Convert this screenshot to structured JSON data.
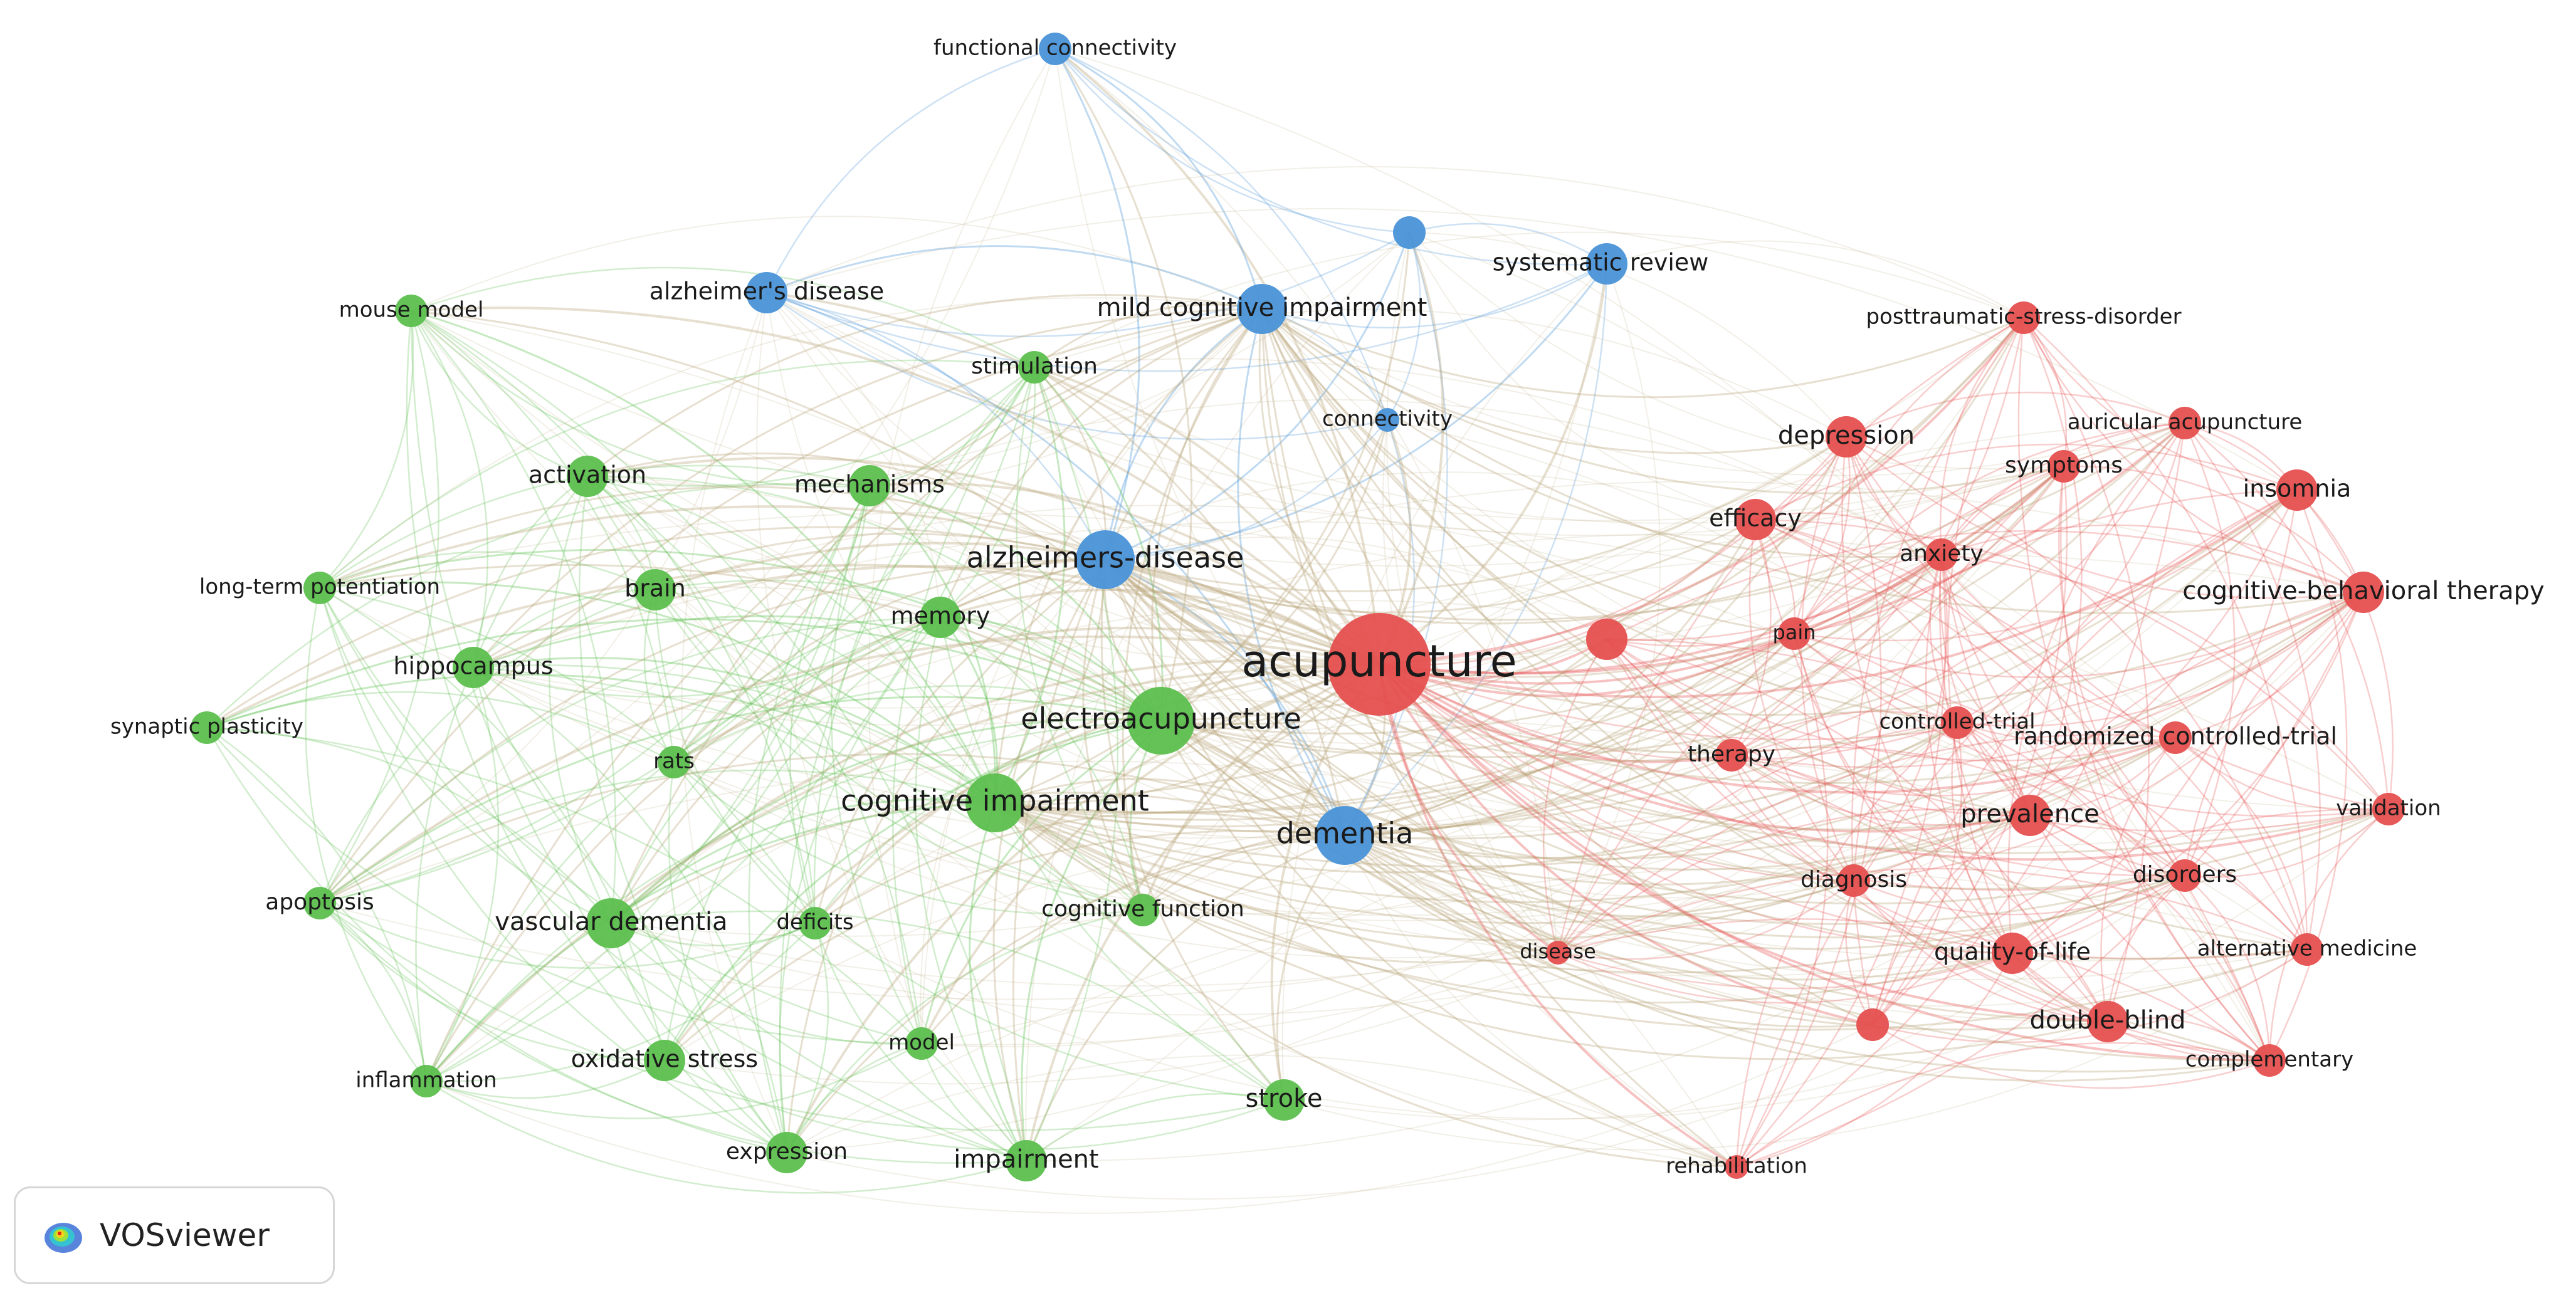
{
  "software": "VOSviewer",
  "clusters": {
    "green": "#5cbf4e",
    "blue": "#4a94d8",
    "red": "#e5504f"
  },
  "nodes": [
    {
      "id": "acupuncture",
      "label": "acupuncture",
      "cluster": "red",
      "weight": 10
    },
    {
      "id": "electroacupuncture",
      "label": "electroacupuncture",
      "cluster": "green",
      "weight": 6
    },
    {
      "id": "alzheimers-disease",
      "label": "alzheimers-disease",
      "cluster": "blue",
      "weight": 5
    },
    {
      "id": "dementia",
      "label": "dementia",
      "cluster": "blue",
      "weight": 5
    },
    {
      "id": "cognitive-impairment",
      "label": "cognitive impairment",
      "cluster": "green",
      "weight": 5
    },
    {
      "id": "mild-cognitive-impairment",
      "label": "mild cognitive impairment",
      "cluster": "blue",
      "weight": 4
    },
    {
      "id": "vascular-dementia",
      "label": "vascular dementia",
      "cluster": "green",
      "weight": 4
    },
    {
      "id": "alzheimer-s-disease",
      "label": "alzheimer's disease",
      "cluster": "blue",
      "weight": 3
    },
    {
      "id": "systematic-review",
      "label": "systematic review",
      "cluster": "blue",
      "weight": 3
    },
    {
      "id": "functional-connectivity",
      "label": "functional connectivity",
      "cluster": "blue",
      "weight": 2
    },
    {
      "id": "connectivity",
      "label": "connectivity",
      "cluster": "blue",
      "weight": 1
    },
    {
      "id": "unlabeled-blue",
      "label": "",
      "cluster": "blue",
      "weight": 2
    },
    {
      "id": "stimulation",
      "label": "stimulation",
      "cluster": "green",
      "weight": 2
    },
    {
      "id": "mouse-model",
      "label": "mouse model",
      "cluster": "green",
      "weight": 2
    },
    {
      "id": "activation",
      "label": "activation",
      "cluster": "green",
      "weight": 3
    },
    {
      "id": "mechanisms",
      "label": "mechanisms",
      "cluster": "green",
      "weight": 3
    },
    {
      "id": "long-term-potentiation",
      "label": "long-term potentiation",
      "cluster": "green",
      "weight": 2
    },
    {
      "id": "brain",
      "label": "brain",
      "cluster": "green",
      "weight": 3
    },
    {
      "id": "memory",
      "label": "memory",
      "cluster": "green",
      "weight": 3
    },
    {
      "id": "hippocampus",
      "label": "hippocampus",
      "cluster": "green",
      "weight": 3
    },
    {
      "id": "synaptic-plasticity",
      "label": "synaptic plasticity",
      "cluster": "green",
      "weight": 2
    },
    {
      "id": "rats",
      "label": "rats",
      "cluster": "green",
      "weight": 2
    },
    {
      "id": "apoptosis",
      "label": "apoptosis",
      "cluster": "green",
      "weight": 2
    },
    {
      "id": "deficits",
      "label": "deficits",
      "cluster": "green",
      "weight": 2
    },
    {
      "id": "cognitive-function",
      "label": "cognitive function",
      "cluster": "green",
      "weight": 2
    },
    {
      "id": "oxidative-stress",
      "label": "oxidative stress",
      "cluster": "green",
      "weight": 3
    },
    {
      "id": "model",
      "label": "model",
      "cluster": "green",
      "weight": 2
    },
    {
      "id": "inflammation",
      "label": "inflammation",
      "cluster": "green",
      "weight": 2
    },
    {
      "id": "expression",
      "label": "expression",
      "cluster": "green",
      "weight": 3
    },
    {
      "id": "impairment",
      "label": "impairment",
      "cluster": "green",
      "weight": 3
    },
    {
      "id": "stroke",
      "label": "stroke",
      "cluster": "green",
      "weight": 3
    },
    {
      "id": "posttraumatic-stress-disorder",
      "label": "posttraumatic-stress-disorder",
      "cluster": "red",
      "weight": 2
    },
    {
      "id": "depression",
      "label": "depression",
      "cluster": "red",
      "weight": 3
    },
    {
      "id": "auricular-acupuncture",
      "label": "auricular acupuncture",
      "cluster": "red",
      "weight": 2
    },
    {
      "id": "symptoms",
      "label": "symptoms",
      "cluster": "red",
      "weight": 2
    },
    {
      "id": "insomnia",
      "label": "insomnia",
      "cluster": "red",
      "weight": 3
    },
    {
      "id": "efficacy",
      "label": "efficacy",
      "cluster": "red",
      "weight": 3
    },
    {
      "id": "anxiety",
      "label": "anxiety",
      "cluster": "red",
      "weight": 2
    },
    {
      "id": "cognitive-behavioral-therapy",
      "label": "cognitive-behavioral therapy",
      "cluster": "red",
      "weight": 3
    },
    {
      "id": "pain",
      "label": "pain",
      "cluster": "red",
      "weight": 2
    },
    {
      "id": "unlabeled-red-1",
      "label": "",
      "cluster": "red",
      "weight": 3
    },
    {
      "id": "controlled-trial",
      "label": "controlled-trial",
      "cluster": "red",
      "weight": 2
    },
    {
      "id": "randomized-controlled-trial",
      "label": "randomized controlled-trial",
      "cluster": "red",
      "weight": 2
    },
    {
      "id": "therapy",
      "label": "therapy",
      "cluster": "red",
      "weight": 2
    },
    {
      "id": "prevalence",
      "label": "prevalence",
      "cluster": "red",
      "weight": 3
    },
    {
      "id": "validation",
      "label": "validation",
      "cluster": "red",
      "weight": 2
    },
    {
      "id": "diagnosis",
      "label": "diagnosis",
      "cluster": "red",
      "weight": 2
    },
    {
      "id": "disorders",
      "label": "disorders",
      "cluster": "red",
      "weight": 2
    },
    {
      "id": "disease",
      "label": "disease",
      "cluster": "red",
      "weight": 1
    },
    {
      "id": "quality-of-life",
      "label": "quality-of-life",
      "cluster": "red",
      "weight": 3
    },
    {
      "id": "alternative-medicine",
      "label": "alternative medicine",
      "cluster": "red",
      "weight": 2
    },
    {
      "id": "double-blind",
      "label": "double-blind",
      "cluster": "red",
      "weight": 3
    },
    {
      "id": "unlabeled-red-2",
      "label": "",
      "cluster": "red",
      "weight": 2
    },
    {
      "id": "complementary",
      "label": "complementary",
      "cluster": "red",
      "weight": 2
    },
    {
      "id": "rehabilitation",
      "label": "rehabilitation",
      "cluster": "red",
      "weight": 1
    }
  ]
}
